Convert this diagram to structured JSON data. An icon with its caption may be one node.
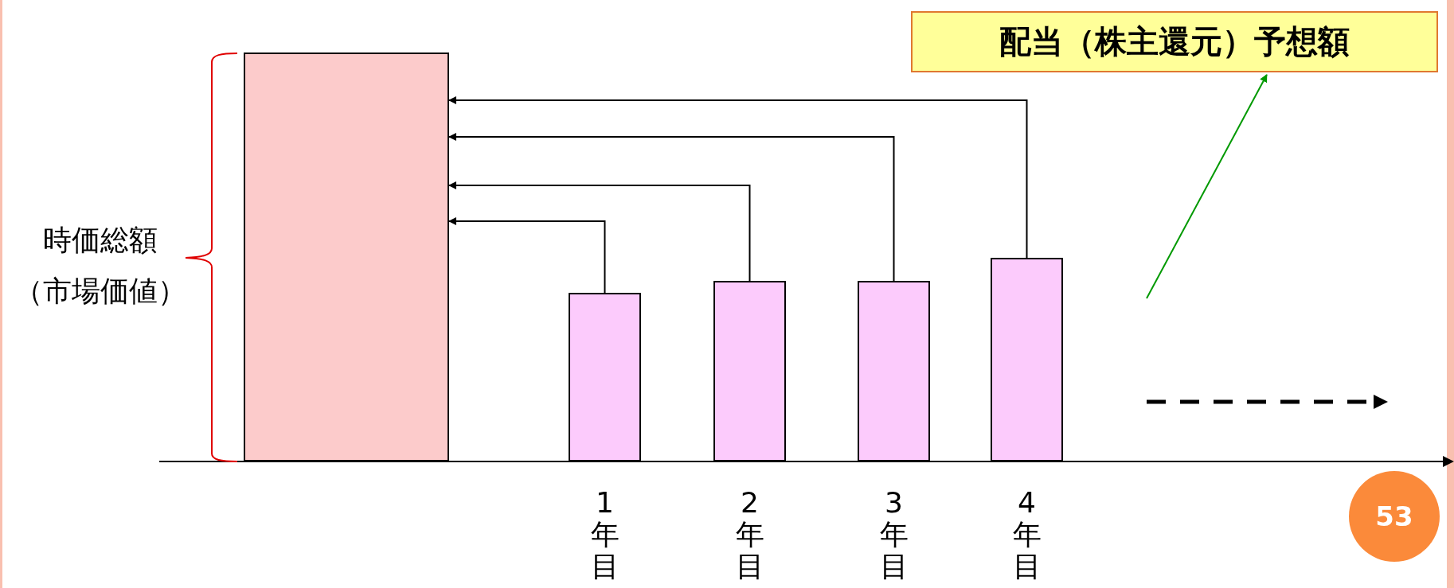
{
  "diagram": {
    "nodes": [
      {
        "text": [],
        "shape": "bar"
      },
      {
        "text": [],
        "shape": "bar",
        "beside": [
          "1年目"
        ]
      },
      {
        "text": [],
        "shape": "bar",
        "beside": [
          "2年目"
        ]
      },
      {
        "text": [],
        "shape": "bar",
        "beside": [
          "3年目"
        ]
      },
      {
        "text": [],
        "shape": "bar",
        "beside": [
          "4年目"
        ]
      },
      {
        "text": [
          "配当（株主還元）予想額"
        ]
      },
      {
        "text": [
          "53"
        ]
      }
    ],
    "edges": [
      {
        "from": 1,
        "to": 0,
        "arrow": "to"
      },
      {
        "from": 2,
        "to": 0,
        "arrow": "to"
      },
      {
        "from": 3,
        "to": 0,
        "arrow": "to"
      },
      {
        "from": 4,
        "to": 0,
        "arrow": "to"
      },
      {
        "from": null,
        "to": 5,
        "arrow": "to",
        "color": "#009900"
      }
    ],
    "labels": [
      "時価総額（市場価値）"
    ]
  }
}
